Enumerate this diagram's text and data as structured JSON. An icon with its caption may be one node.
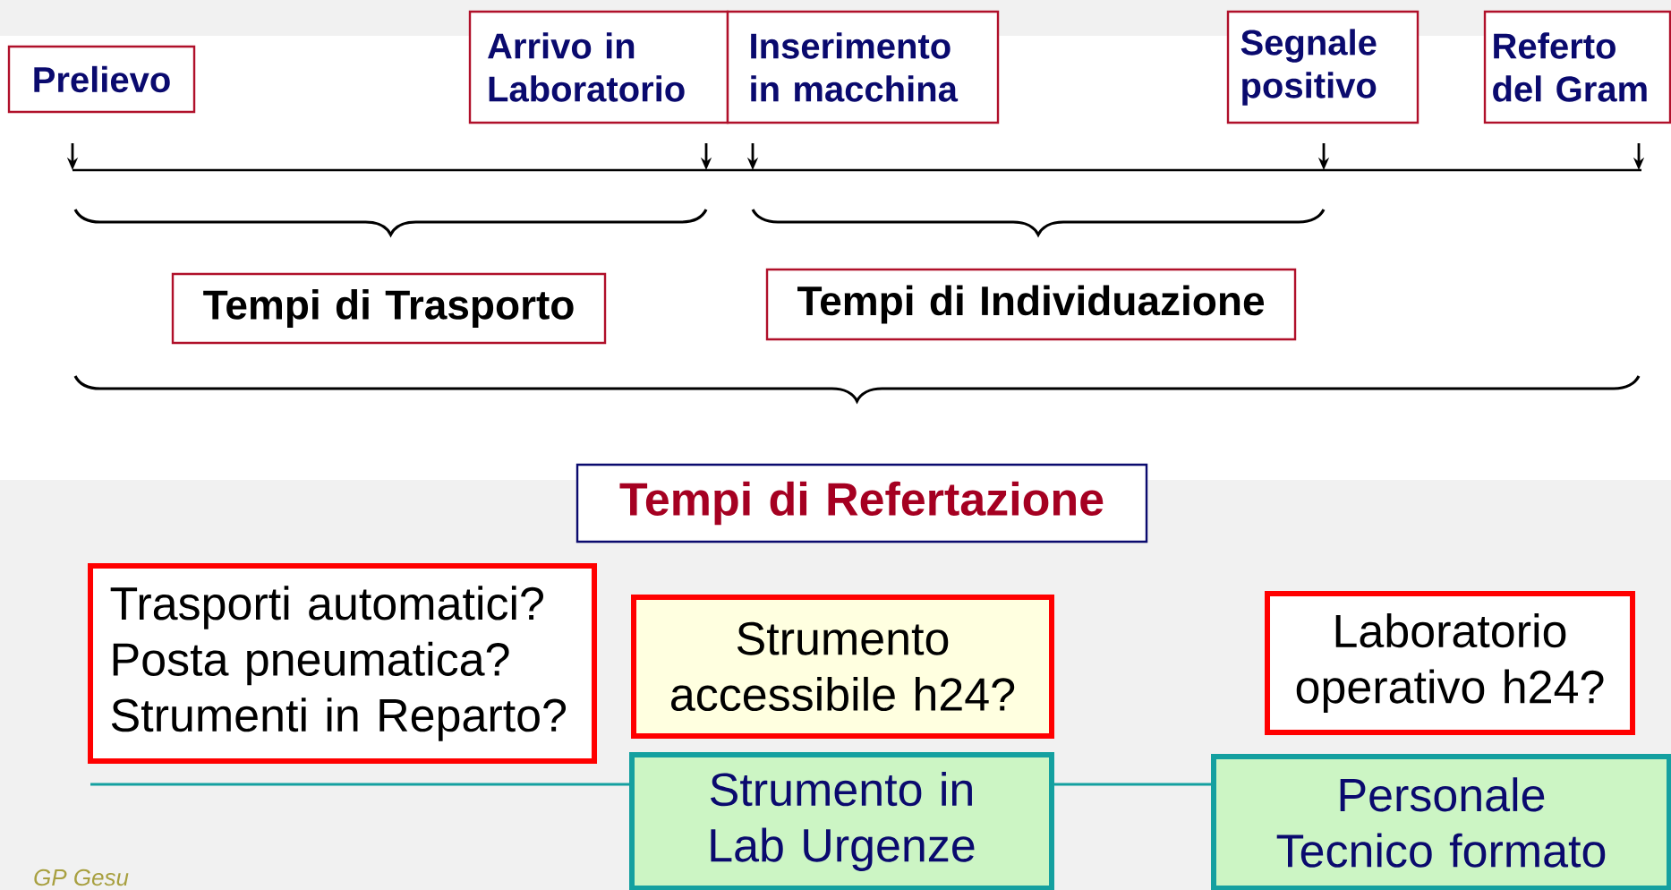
{
  "diagram": {
    "nodes": [
      {
        "text": [
          "Prelievo"
        ]
      },
      {
        "text": [
          "Arrivo in Laboratorio"
        ]
      },
      {
        "text": [
          "Inserimento in macchina"
        ]
      },
      {
        "text": [
          "Segnale positivo"
        ]
      },
      {
        "text": [
          "Referto del Gram"
        ]
      },
      {
        "text": [
          "Tempi di Trasporto"
        ]
      },
      {
        "text": [
          "Tempi di Individuazione"
        ]
      },
      {
        "text": [
          "Tempi di Refertazione"
        ]
      },
      {
        "text": [
          "Trasporti automatici?",
          "Posta pneumatica?",
          "Strumenti in Reparto?"
        ]
      },
      {
        "text": [
          "Strumento accessibile h24?"
        ]
      },
      {
        "text": [
          "Laboratorio operativo h24?"
        ]
      },
      {
        "text": [
          "Strumento in Lab Urgenze"
        ]
      },
      {
        "text": [
          "Personale Tecnico formato"
        ]
      }
    ],
    "edges": [
      {
        "from": null,
        "to": 11,
        "arrow": "none"
      },
      {
        "from": 11,
        "to": 12,
        "arrow": "none"
      }
    ],
    "labels": [
      "GP Gesu"
    ]
  }
}
